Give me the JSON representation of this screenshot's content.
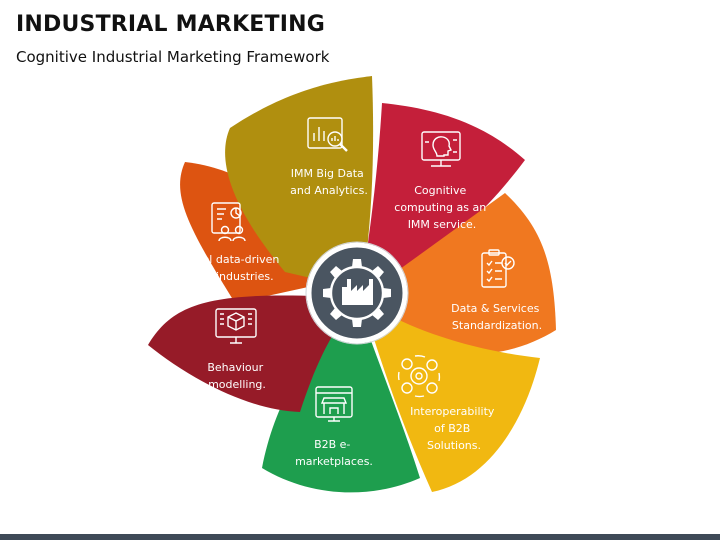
{
  "title": "INDUSTRIAL MARKETING",
  "subtitle": "Cognitive Industrial Marketing Framework",
  "hub": {
    "icon": "factory-gear-icon",
    "fill": "#4a5561",
    "ring": "#ffffff"
  },
  "footer_color": "#3e4a57",
  "petals": [
    {
      "id": "imm-big-data",
      "color": "#b08f0f",
      "icon": "analytics-magnifier-icon",
      "lines": [
        "IMM Big Data",
        "and Analytics."
      ]
    },
    {
      "id": "cognitive-computing",
      "color": "#c41f3a",
      "icon": "ai-monitor-icon",
      "lines": [
        "Cognitive",
        "computing as an",
        "IMM service."
      ]
    },
    {
      "id": "data-services",
      "color": "#f07820",
      "icon": "checklist-clipboard-icon",
      "lines": [
        "Data & Services",
        "Standardization."
      ]
    },
    {
      "id": "interoperability",
      "color": "#f1b811",
      "icon": "gears-cycle-icon",
      "lines": [
        "Interoperability",
        "of B2B",
        "Solutions."
      ]
    },
    {
      "id": "b2b-emarketplaces",
      "color": "#1e9e4e",
      "icon": "online-store-icon",
      "lines": [
        "B2B e-",
        "marketplaces."
      ]
    },
    {
      "id": "behaviour-modelling",
      "color": "#961b28",
      "icon": "cube-monitor-icon",
      "lines": [
        "Behaviour",
        "modelling."
      ]
    },
    {
      "id": "novel-data-driven",
      "color": "#dd5411",
      "icon": "report-team-icon",
      "lines": [
        "Novel data-driven",
        "B2B industries."
      ]
    }
  ]
}
